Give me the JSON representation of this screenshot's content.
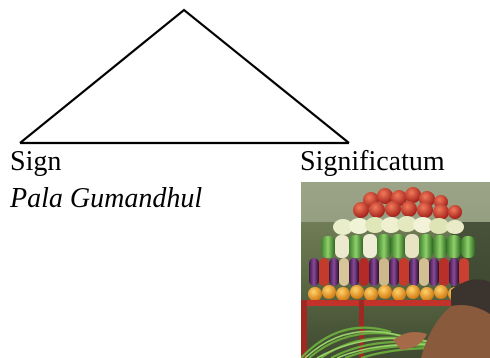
{
  "labels": {
    "sign": "Sign",
    "significatum": "Significatum",
    "example": "Pala Gumandhul"
  },
  "photo": {
    "subject": "market-stall-with-stacked-vegetables-and-fruit"
  },
  "colors": {
    "stroke": "#000000",
    "text": "#000000"
  }
}
